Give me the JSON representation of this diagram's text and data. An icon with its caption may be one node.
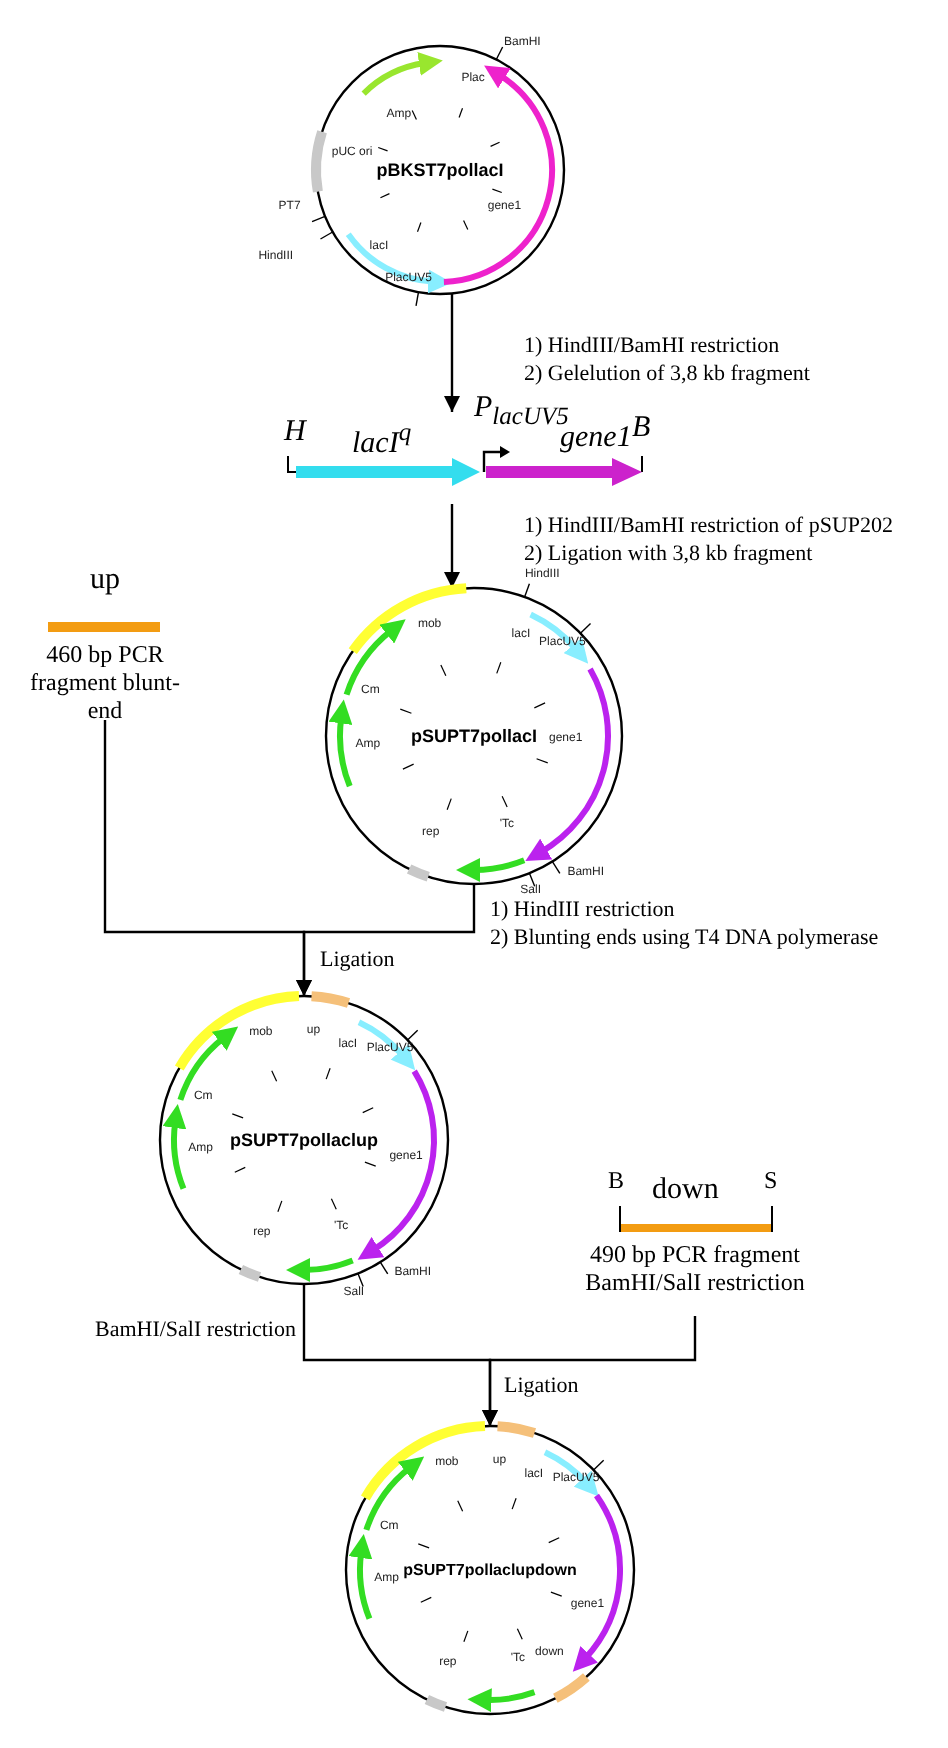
{
  "diagram": {
    "nodes": [
      {
        "text": [
          "BamHI",
          "Plac",
          "Amp",
          "pUC ori",
          "pBKST7pollacI",
          "gene1",
          "PT7",
          "HindIII",
          "lacI",
          "PlacUV5"
        ]
      },
      {
        "text": [
          "H",
          "lacI$^{q}$",
          "P$_{lacUV5}$",
          "gene1",
          "B"
        ]
      },
      {
        "text": [
          "HindIII",
          "mob",
          "lacI",
          "PlacUV5",
          "Cm",
          "pSUPT7pollacI",
          "gene1",
          "Amp",
          "'Tc",
          "rep",
          "BamHI",
          "SalI"
        ]
      },
      {
        "text": [
          "up",
          "460 bp PCR fragment blunt-end"
        ]
      },
      {
        "text": [
          "mob",
          "up",
          "lacI",
          "PlacUV5",
          "Cm",
          "pSUPT7pollaclup",
          "gene1",
          "Amp",
          "'Tc",
          "rep",
          "BamHI",
          "SalI"
        ]
      },
      {
        "text": [
          "B",
          "down",
          "S",
          "490 bp PCR fragment BamHI/SalI restriction"
        ]
      },
      {
        "text": [
          "mob",
          "up",
          "lacI",
          "PlacUV5",
          "Cm",
          "pSUPT7pollaclupdown",
          "gene1",
          "Amp",
          "'Tc",
          "down",
          "rep"
        ]
      }
    ],
    "edges": [
      {
        "from": 0,
        "to": 1,
        "arrow": "to",
        "label": "1) HindIII/BamHI restriction 2) Gelelution of 3,8 kb fragment"
      },
      {
        "from": 1,
        "to": 2,
        "arrow": "to",
        "label": "1) HindIII/BamHI restriction of pSUP202 2) Ligation with 3,8 kb fragment"
      },
      {
        "from": 2,
        "to": 4,
        "arrow": "to",
        "label": "1) HindIII restriction 2) Blunting ends using T4 DNA polymerase"
      },
      {
        "from": 3,
        "to": 4,
        "arrow": "to",
        "label": "Ligation"
      },
      {
        "from": 4,
        "to": 6,
        "arrow": "to",
        "label": "BamHI/SalI restriction"
      },
      {
        "from": 5,
        "to": 6,
        "arrow": "to",
        "label": "Ligation"
      }
    ]
  }
}
